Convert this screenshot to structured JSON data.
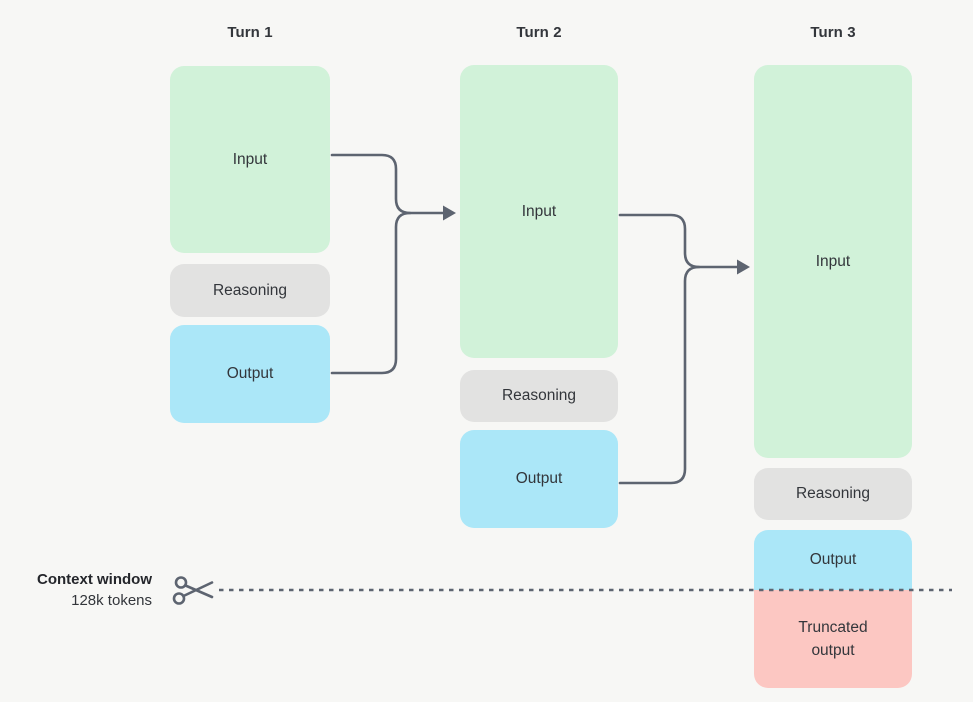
{
  "diagram": {
    "turns": [
      {
        "label": "Turn 1",
        "boxes": {
          "input": {
            "label": "Input"
          },
          "reasoning": {
            "label": "Reasoning"
          },
          "output": {
            "label": "Output"
          }
        }
      },
      {
        "label": "Turn 2",
        "boxes": {
          "input": {
            "label": "Input"
          },
          "reasoning": {
            "label": "Reasoning"
          },
          "output": {
            "label": "Output"
          }
        }
      },
      {
        "label": "Turn 3",
        "boxes": {
          "input": {
            "label": "Input"
          },
          "reasoning": {
            "label": "Reasoning"
          },
          "output": {
            "label": "Output"
          },
          "truncated": {
            "label": "Truncated output"
          }
        }
      }
    ],
    "context_window": {
      "title": "Context window",
      "subtitle": "128k tokens"
    },
    "icons": {
      "scissors": "scissors-icon"
    }
  },
  "colors": {
    "bg": "#f7f7f5",
    "green": "#d1f2d9",
    "gray": "#e2e2e1",
    "blue": "#abe7f8",
    "pink": "#fcc7c2",
    "line": "#5d6470",
    "text": "#33363b"
  }
}
